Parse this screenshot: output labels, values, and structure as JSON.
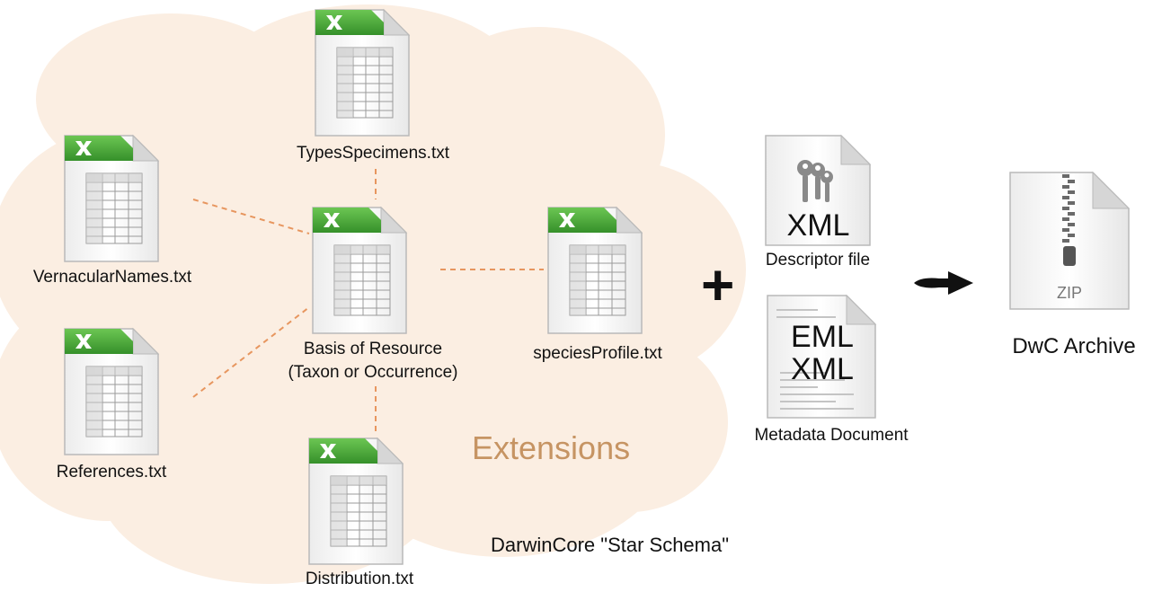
{
  "colors": {
    "cloud": "#fbeee2",
    "connector": "#e7965f",
    "extensions_text": "#c69463",
    "excel_green": "#4aa83a",
    "doc_gray": "#dcdcdc"
  },
  "nodes": {
    "types_specimens": {
      "label": "TypesSpecimens.txt",
      "icon": "spreadsheet-file-icon"
    },
    "vernacular_names": {
      "label": "VernacularNames.txt",
      "icon": "spreadsheet-file-icon"
    },
    "core": {
      "label_line1": "Basis of Resource",
      "label_line2": "(Taxon or Occurrence)",
      "icon": "spreadsheet-file-icon"
    },
    "species_profile": {
      "label": "speciesProfile.txt",
      "icon": "spreadsheet-file-icon"
    },
    "references": {
      "label": "References.txt",
      "icon": "spreadsheet-file-icon"
    },
    "distribution": {
      "label": "Distribution.txt",
      "icon": "spreadsheet-file-icon"
    }
  },
  "extensions_label": "Extensions",
  "plus_symbol": "+",
  "descriptor": {
    "doc_text": "XML",
    "label": "Descriptor file",
    "icon": "keys-document-icon"
  },
  "metadata": {
    "doc_line1": "EML",
    "doc_line2": "XML",
    "label": "Metadata Document",
    "icon": "text-document-icon"
  },
  "arrow_icon": "arrow-right-icon",
  "archive": {
    "doc_text": "ZIP",
    "label": "DwC Archive",
    "icon": "zip-archive-icon"
  },
  "caption": "DarwinCore \"Star Schema\""
}
